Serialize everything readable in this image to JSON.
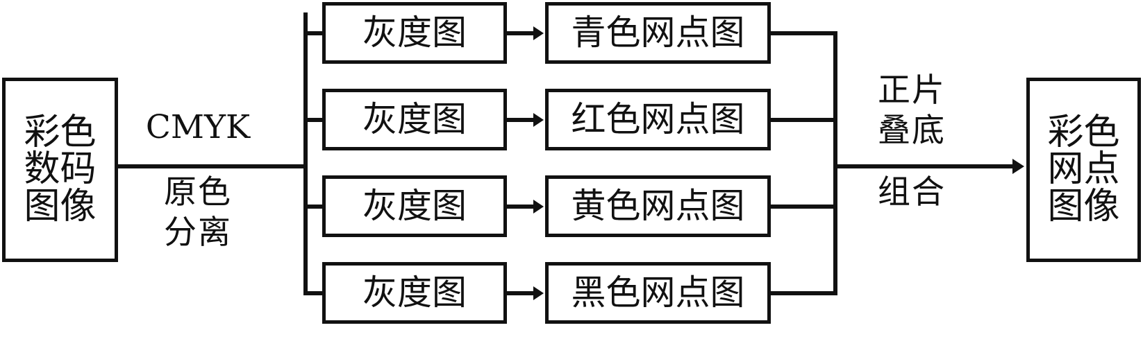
{
  "diagram": {
    "title": "CMYK halftone separation and overprint flowchart",
    "stroke_color": "#111111",
    "background_color": "#ffffff",
    "source_box": {
      "label": "彩色数码图像"
    },
    "separation_label": {
      "above": "CMYK",
      "below_line_1": "原色",
      "below_line_2": "分离"
    },
    "channels": [
      {
        "gray_label": "灰度图",
        "halftone_label": "青色网点图"
      },
      {
        "gray_label": "灰度图",
        "halftone_label": "红色网点图"
      },
      {
        "gray_label": "灰度图",
        "halftone_label": "黄色网点图"
      },
      {
        "gray_label": "灰度图",
        "halftone_label": "黑色网点图"
      }
    ],
    "merge_label": {
      "above_line_1": "正片",
      "above_line_2": "叠底",
      "below_line_1": "组合"
    },
    "result_box": {
      "label": "彩色网点图像"
    }
  }
}
